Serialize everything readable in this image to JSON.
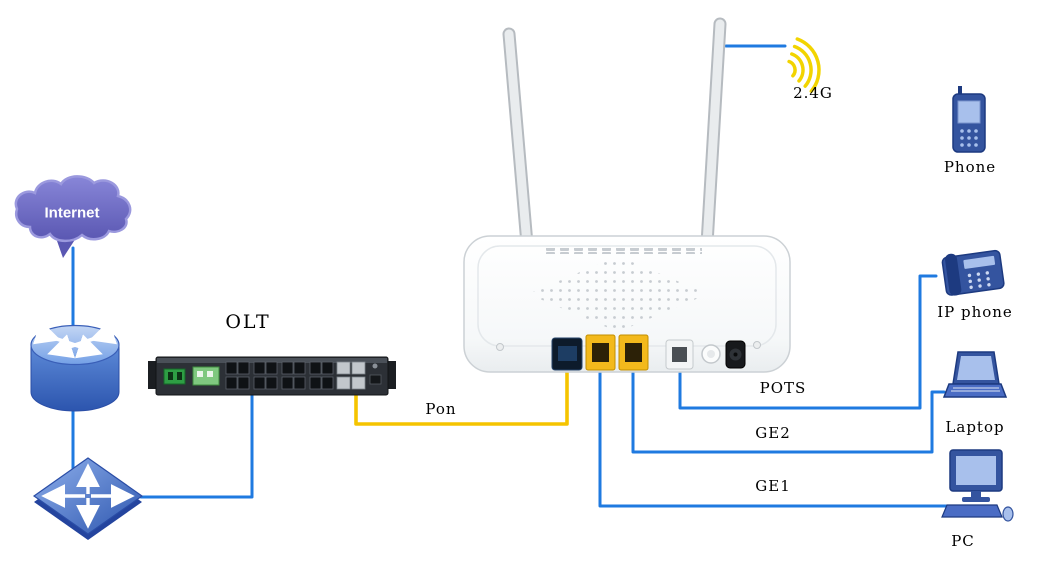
{
  "labels": {
    "internet": "Internet",
    "olt": "OLT",
    "pon": "Pon",
    "pots": "POTS",
    "ge2": "GE2",
    "ge1": "GE1",
    "wifi_band": "2.4G",
    "phone": "Phone",
    "ip_phone": "IP phone",
    "laptop": "Laptop",
    "pc": "PC"
  },
  "colors": {
    "link_blue": "#1f7ae0",
    "link_yellow": "#f5c400",
    "wifi_yellow": "#f2d400",
    "device_blue": "#34549f",
    "cloud_purple": "#6a68c4",
    "onu_port_yellow": "#f3b91c"
  },
  "connections": [
    {
      "from": "internet-cloud",
      "to": "router",
      "label": ""
    },
    {
      "from": "router",
      "to": "switch",
      "label": ""
    },
    {
      "from": "switch",
      "to": "olt",
      "label": ""
    },
    {
      "from": "olt",
      "to": "onu",
      "label": "Pon"
    },
    {
      "from": "onu",
      "to": "wifi-signal",
      "label": "2.4G"
    },
    {
      "from": "onu",
      "to": "ip-phone",
      "label": "POTS"
    },
    {
      "from": "onu",
      "to": "laptop",
      "label": "GE2"
    },
    {
      "from": "onu",
      "to": "pc",
      "label": "GE1"
    }
  ]
}
